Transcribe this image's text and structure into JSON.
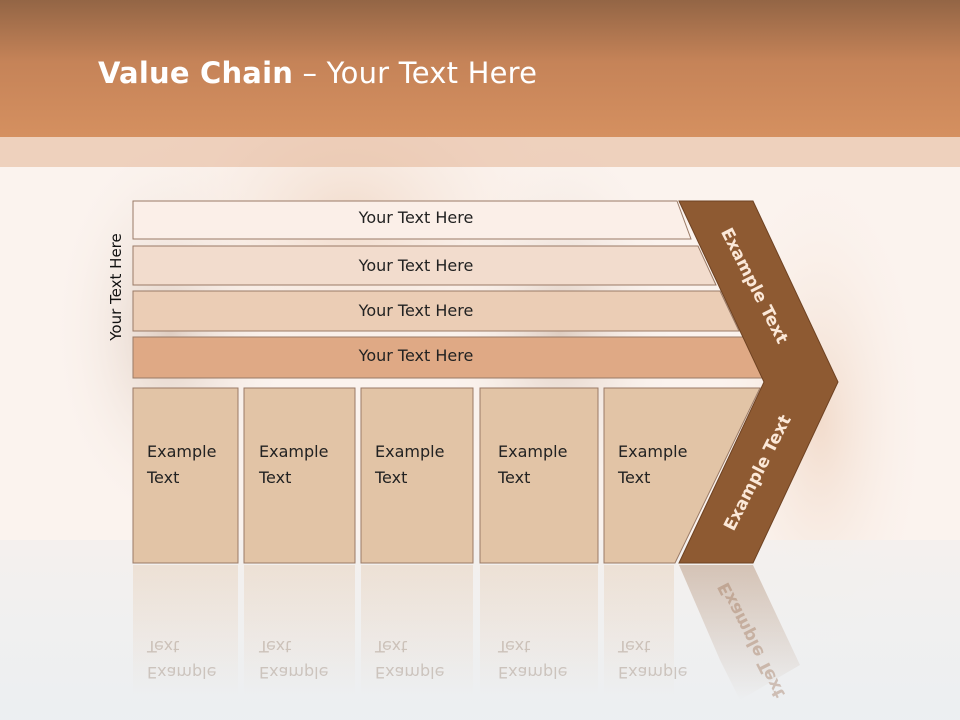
{
  "title": {
    "bold": "Value Chain",
    "rest": " – Your Text Here"
  },
  "side_label": "Your Text Here",
  "rows": [
    {
      "label": "Your Text Here"
    },
    {
      "label": "Your Text Here"
    },
    {
      "label": "Your Text Here"
    },
    {
      "label": "Your Text Here"
    }
  ],
  "boxes": [
    {
      "line1": "Example",
      "line2": "Text"
    },
    {
      "line1": "Example",
      "line2": "Text"
    },
    {
      "line1": "Example",
      "line2": "Text"
    },
    {
      "line1": "Example",
      "line2": "Text"
    },
    {
      "line1": "Example",
      "line2": "Text"
    }
  ],
  "chevron": {
    "upper": "Example Text",
    "lower": "Example Text"
  },
  "colors": {
    "header": "#c58358",
    "chevron": "#8e5a32",
    "box": "#e2c4a6"
  }
}
